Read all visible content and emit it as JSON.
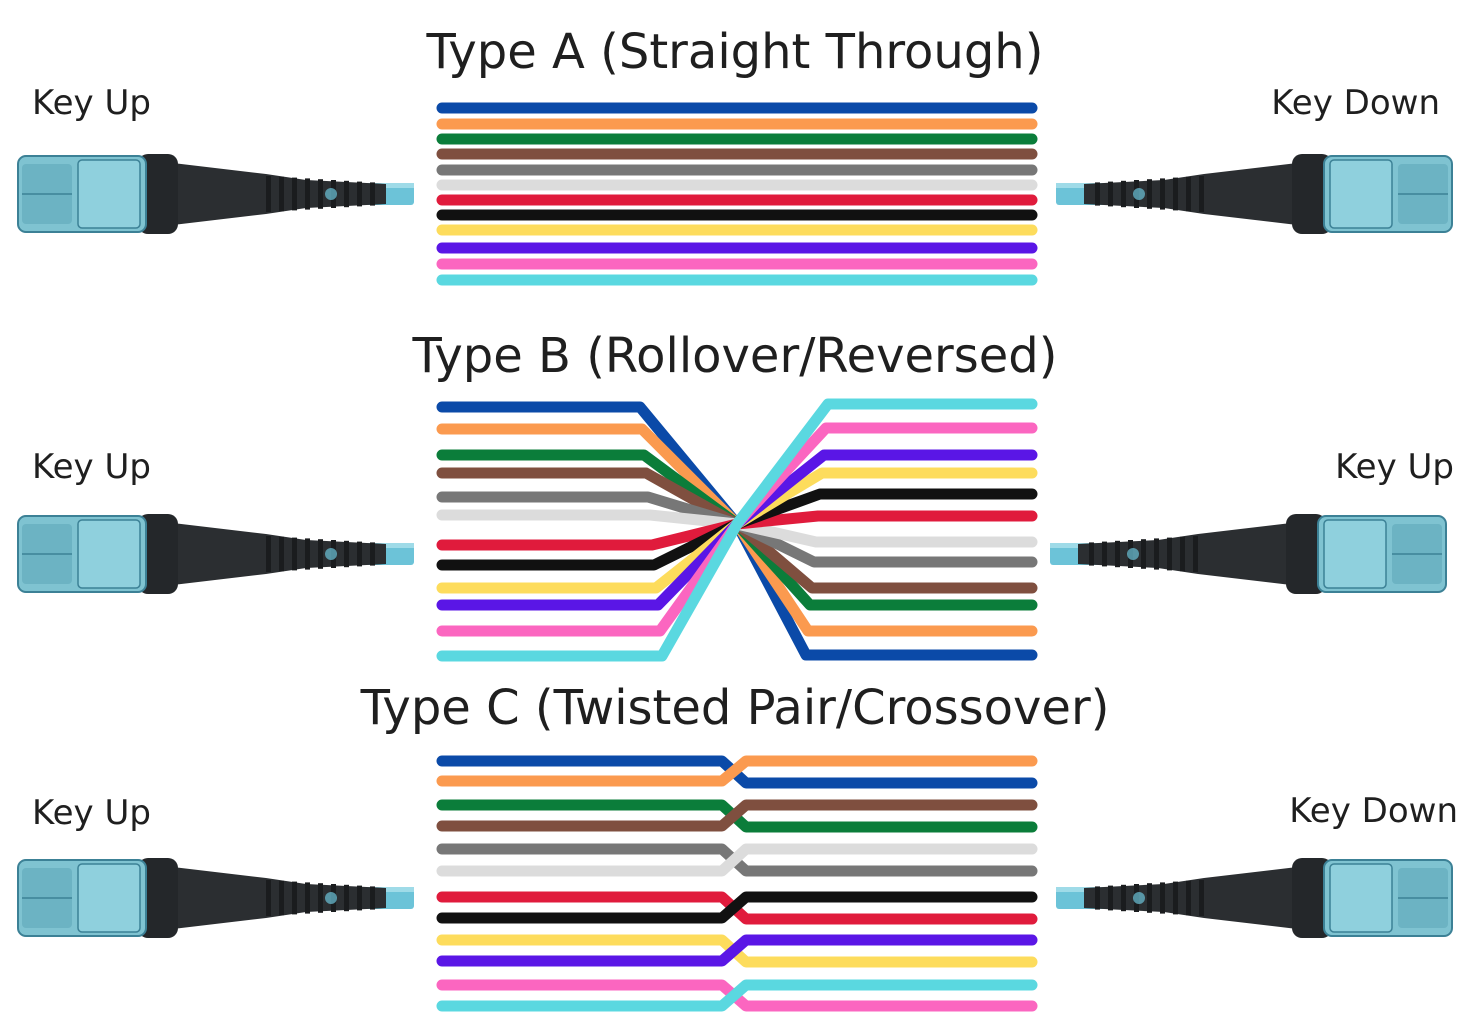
{
  "colors": {
    "blue": "#0b4aa8",
    "orange": "#fb9a4f",
    "green": "#0b7d3a",
    "brown": "#7f4f3f",
    "slate": "#777777",
    "white": "#dcdcdc",
    "red": "#e01b3c",
    "black": "#111111",
    "yellow": "#fddc5c",
    "violet": "#5a16e6",
    "rose": "#fb66c0",
    "aqua": "#5ad8e0",
    "connector_body": "#7fc3d1",
    "connector_edge": "#3c8196",
    "boot": "#2b2e31",
    "cable": "#6cc3d8"
  },
  "fiber_order": [
    "blue",
    "orange",
    "green",
    "brown",
    "slate",
    "white",
    "red",
    "black",
    "yellow",
    "violet",
    "rose",
    "aqua"
  ],
  "sections": [
    {
      "id": "type-a",
      "title": "Type A (Straight Through)",
      "left_label": "Key Up",
      "right_label": "Key Down",
      "right_order": [
        "blue",
        "orange",
        "green",
        "brown",
        "slate",
        "white",
        "red",
        "black",
        "yellow",
        "violet",
        "rose",
        "aqua"
      ]
    },
    {
      "id": "type-b",
      "title": "Type B (Rollover/Reversed)",
      "left_label": "Key Up",
      "right_label": "Key Up",
      "right_order": [
        "aqua",
        "rose",
        "violet",
        "yellow",
        "black",
        "red",
        "white",
        "slate",
        "brown",
        "green",
        "orange",
        "blue"
      ]
    },
    {
      "id": "type-c",
      "title": "Type C (Twisted Pair/Crossover)",
      "left_label": "Key Up",
      "right_label": "Key Down",
      "right_order": [
        "orange",
        "blue",
        "brown",
        "green",
        "white",
        "slate",
        "black",
        "red",
        "violet",
        "yellow",
        "aqua",
        "rose"
      ]
    }
  ]
}
